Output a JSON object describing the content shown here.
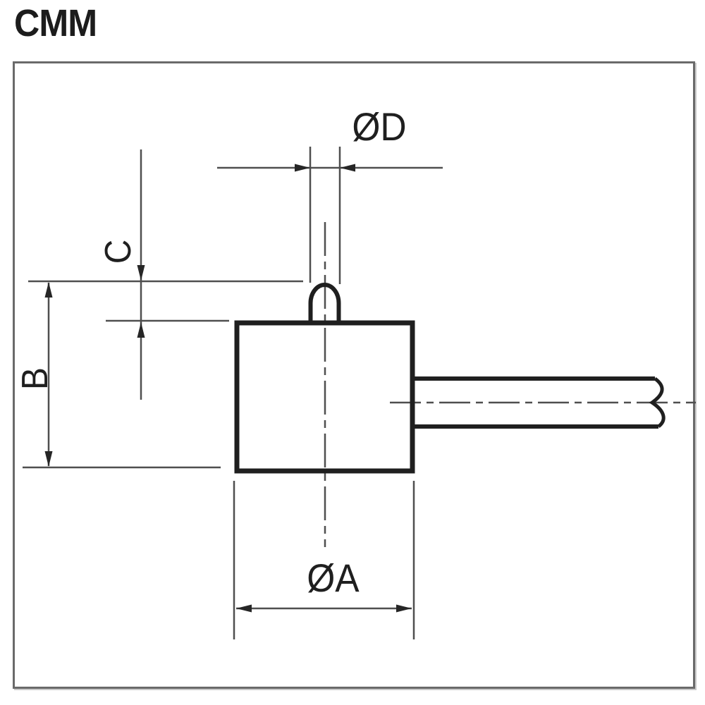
{
  "title": "CMM",
  "diagram": {
    "kind": "technical-dimension-drawing",
    "labels": {
      "top_diameter": "ØD",
      "button_height": "C",
      "total_height": "B",
      "body_diameter": "ØA"
    }
  },
  "colors": {
    "background": "#ffffff",
    "frame_border": "#6a6a6a",
    "thick_line": "#1f1f1f",
    "thin_line": "#4f4f4f",
    "text": "#1c1c1c"
  }
}
